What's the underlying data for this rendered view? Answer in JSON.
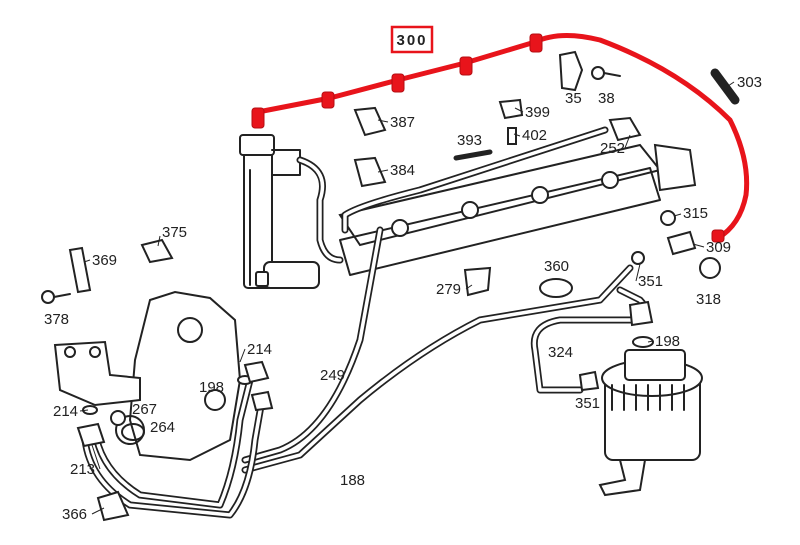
{
  "highlight": {
    "label": "300",
    "color": "#e8141b"
  },
  "callouts": [
    {
      "id": "35",
      "text": "35"
    },
    {
      "id": "38",
      "text": "38"
    },
    {
      "id": "303",
      "text": "303"
    },
    {
      "id": "387",
      "text": "387"
    },
    {
      "id": "399",
      "text": "399"
    },
    {
      "id": "393",
      "text": "393"
    },
    {
      "id": "402",
      "text": "402"
    },
    {
      "id": "252",
      "text": "252"
    },
    {
      "id": "384",
      "text": "384"
    },
    {
      "id": "315",
      "text": "315"
    },
    {
      "id": "309",
      "text": "309"
    },
    {
      "id": "375",
      "text": "375"
    },
    {
      "id": "369",
      "text": "369"
    },
    {
      "id": "360",
      "text": "360"
    },
    {
      "id": "351a",
      "text": "351"
    },
    {
      "id": "318",
      "text": "318"
    },
    {
      "id": "279",
      "text": "279"
    },
    {
      "id": "378",
      "text": "378"
    },
    {
      "id": "214a",
      "text": "214"
    },
    {
      "id": "198a",
      "text": "198"
    },
    {
      "id": "324",
      "text": "324"
    },
    {
      "id": "198b",
      "text": "198"
    },
    {
      "id": "249",
      "text": "249"
    },
    {
      "id": "214b",
      "text": "214"
    },
    {
      "id": "267",
      "text": "267"
    },
    {
      "id": "264",
      "text": "264"
    },
    {
      "id": "351b",
      "text": "351"
    },
    {
      "id": "213",
      "text": "213"
    },
    {
      "id": "188",
      "text": "188"
    },
    {
      "id": "366",
      "text": "366"
    }
  ]
}
